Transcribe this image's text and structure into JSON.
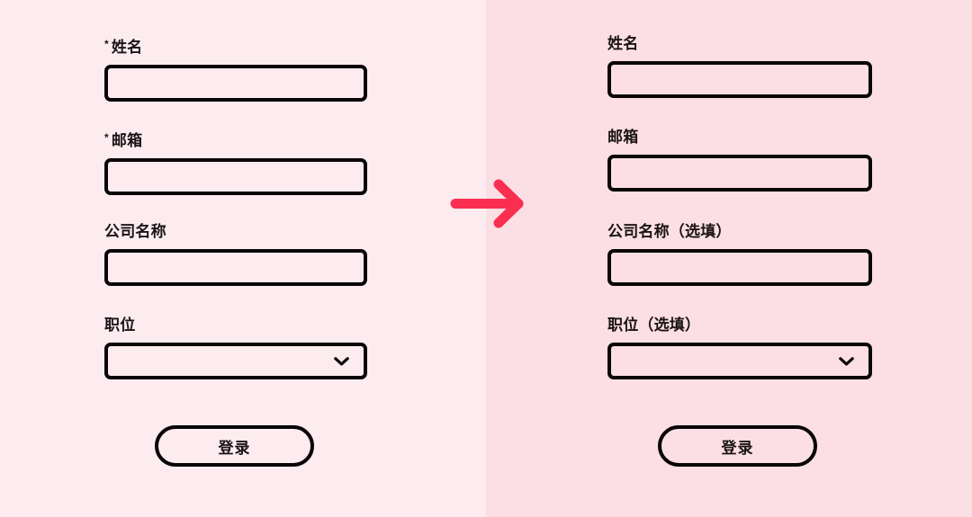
{
  "theme": {
    "left_bg": "#fdecef",
    "right_bg": "#fcdfe4",
    "stroke": "#0a0608",
    "text": "#1a1416",
    "arrow_color": "#fa2e51"
  },
  "arrow": {
    "icon": "arrow-right-icon",
    "color": "#fa2e51"
  },
  "before": {
    "panel_name": "before-state-panel",
    "fields": [
      {
        "key": "name",
        "required_marker": "*",
        "label": "姓名",
        "control": "text-input",
        "value": "",
        "placeholder": ""
      },
      {
        "key": "email",
        "required_marker": "*",
        "label": "邮箱",
        "control": "text-input",
        "value": "",
        "placeholder": ""
      },
      {
        "key": "company",
        "required_marker": "",
        "label": "公司名称",
        "control": "text-input",
        "value": "",
        "placeholder": ""
      },
      {
        "key": "position",
        "required_marker": "",
        "label": "职位",
        "control": "select",
        "value": "",
        "placeholder": "",
        "chevron_icon": "chevron-down-icon"
      }
    ],
    "submit_label": "登录"
  },
  "after": {
    "panel_name": "after-state-panel",
    "fields": [
      {
        "key": "name",
        "required_marker": "",
        "label": "姓名",
        "control": "text-input",
        "value": "",
        "placeholder": ""
      },
      {
        "key": "email",
        "required_marker": "",
        "label": "邮箱",
        "control": "text-input",
        "value": "",
        "placeholder": ""
      },
      {
        "key": "company",
        "required_marker": "",
        "label": "公司名称（选填）",
        "control": "text-input",
        "value": "",
        "placeholder": ""
      },
      {
        "key": "position",
        "required_marker": "",
        "label": "职位（选填）",
        "control": "select",
        "value": "",
        "placeholder": "",
        "chevron_icon": "chevron-down-icon"
      }
    ],
    "submit_label": "登录"
  }
}
